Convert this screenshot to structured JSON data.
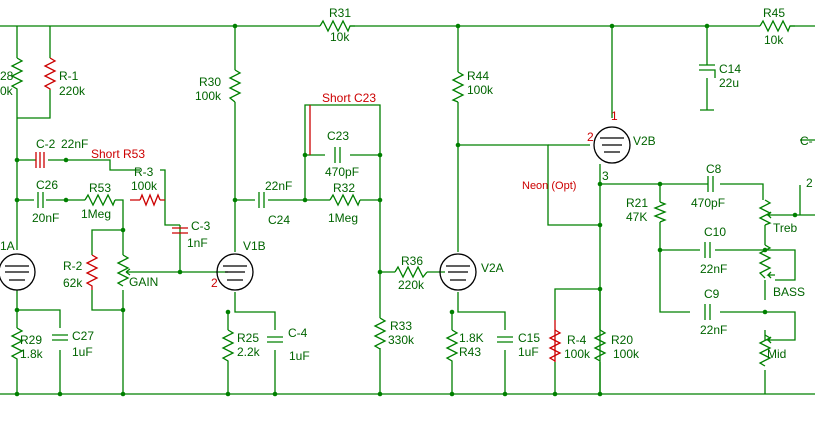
{
  "labels": {
    "r31": "R31",
    "r31v": "10k",
    "r45": "R45",
    "r45v": "10k",
    "r28": "28",
    "r28v": "0k",
    "r1": "R-1",
    "r1v": "220k",
    "r30": "R30",
    "r30v": "100k",
    "r44": "R44",
    "r44v": "100k",
    "c14": "C14",
    "c14v": "22u",
    "shortc23": "Short C23",
    "c23": "C23",
    "c23v": "470pF",
    "r32": "R32",
    "r32v": "1Meg",
    "c24v": "22nF",
    "c24": "C24",
    "c2": "C-2",
    "c2v": "22nF",
    "shortr53": "Short R53",
    "r3": "R-3",
    "r3v": "100k",
    "c26": "C26",
    "c26v": "20nF",
    "r53": "R53",
    "r53v": "1Meg",
    "c3": "C-3",
    "c3v": "1nF",
    "r2": "R-2",
    "r2v": "62k",
    "gain": "GAIN",
    "v1a": "1A",
    "v1b": "V1B",
    "pin2a": "2",
    "r36": "R36",
    "r36v": "220k",
    "v2a": "V2A",
    "r33": "R33",
    "r33v": "330k",
    "r29": "R29",
    "r29v": "1.8k",
    "c27": "C27",
    "c27v": "1uF",
    "r25": "R25",
    "r25v": "2.2k",
    "c4": "C-4",
    "c4v": "1uF",
    "r43v": "1.8K",
    "r43": "R43",
    "c15": "C15",
    "c15v": "1uF",
    "v2b": "V2B",
    "pin1": "1",
    "pin2b": "2",
    "pin3": "3",
    "neon": "Neon (Opt)",
    "r21": "R21",
    "r21v": "47K",
    "c8": "C8",
    "c8v": "470pF",
    "treb": "Treb",
    "c10": "C10",
    "c10v": "22nF",
    "bass": "BASS",
    "c9": "C9",
    "c9v": "22nF",
    "mid": "Mid",
    "r4": "R-4",
    "r4v": "100k",
    "r20": "R20",
    "r20v": "100k",
    "cright": "C-",
    "right2": "2"
  },
  "colors": {
    "wire": "#008000",
    "label": "#006400",
    "highlight": "#cc0000",
    "tube": "#000000"
  }
}
